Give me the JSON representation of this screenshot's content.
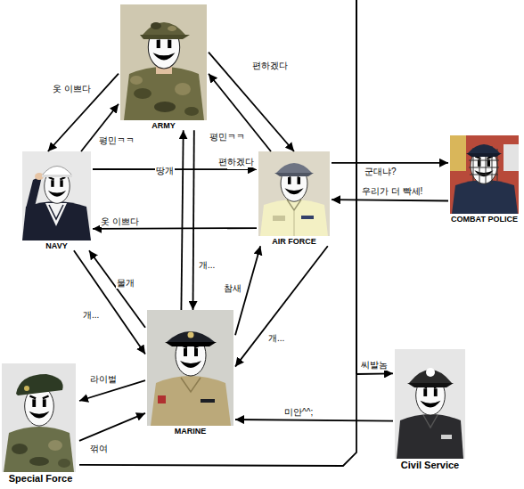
{
  "diagram": {
    "nodes": [
      {
        "text": [
          "ARMY"
        ]
      },
      {
        "text": [
          "NAVY"
        ]
      },
      {
        "text": [
          "AIR FORCE"
        ]
      },
      {
        "text": [
          "COMBAT POLICE"
        ]
      },
      {
        "text": [
          "MARINE"
        ]
      },
      {
        "text": [
          "Special Force"
        ]
      },
      {
        "text": [
          "Civil Service"
        ]
      }
    ],
    "edges": [
      {
        "from": 0,
        "to": 1,
        "label": "옷 이쁘다",
        "arrow": "to"
      },
      {
        "from": 1,
        "to": 0,
        "label": "평민ㅋㅋ",
        "arrow": "to"
      },
      {
        "from": 0,
        "to": 2,
        "label": "편하겠다",
        "arrow": "to"
      },
      {
        "from": 2,
        "to": 0,
        "label": "평민ㅋㅋ",
        "arrow": "to"
      },
      {
        "from": 4,
        "to": 0,
        "label": "땅개",
        "arrow": "to"
      },
      {
        "from": 0,
        "to": 4,
        "label": "개...",
        "arrow": "to"
      },
      {
        "from": 1,
        "to": 2,
        "label": "편하겠다",
        "arrow": "to"
      },
      {
        "from": 2,
        "to": 1,
        "label": "옷 이쁘다",
        "arrow": "to"
      },
      {
        "from": 4,
        "to": 1,
        "label": "물개",
        "arrow": "to"
      },
      {
        "from": 1,
        "to": 4,
        "label": "개...",
        "arrow": "to"
      },
      {
        "from": 4,
        "to": 2,
        "label": "참새",
        "arrow": "to"
      },
      {
        "from": 2,
        "to": 4,
        "label": "개...",
        "arrow": "to"
      },
      {
        "from": 4,
        "to": 5,
        "label": "라이벌",
        "arrow": "to"
      },
      {
        "from": 5,
        "to": 4,
        "label": "꺾여",
        "arrow": "to"
      },
      {
        "from": 2,
        "to": 3,
        "label": "군대냐?",
        "arrow": "to"
      },
      {
        "from": 3,
        "to": 2,
        "label": "우리가 더 빡세!",
        "arrow": "to"
      },
      {
        "from": 5,
        "to": 6,
        "label": "씨발놈",
        "arrow": "to"
      },
      {
        "from": 6,
        "to": 4,
        "label": "미안^^;",
        "arrow": "to"
      }
    ]
  }
}
